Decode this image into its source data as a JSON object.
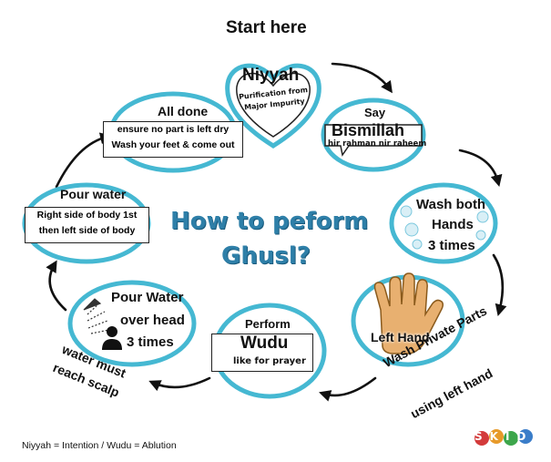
{
  "title": {
    "line1": "How to peform",
    "line2": "Ghusl?"
  },
  "start_label": "Start here",
  "steps": {
    "niyyah": {
      "title": "Niyyah",
      "sub1": "Purification from",
      "sub2": "Major Impurity"
    },
    "bismillah": {
      "say": "Say",
      "title": "Bismillah",
      "sub": "hir rahman nir raheem"
    },
    "wash_hands": {
      "line1": "Wash both",
      "line2": "Hands",
      "line3": "3 times"
    },
    "left_hand": {
      "label": "Left Hand",
      "caption1": "Wash Private Parts",
      "caption2": "using left hand"
    },
    "wudu": {
      "perform": "Perform",
      "title": "Wudu",
      "sub": "like for prayer"
    },
    "pour_head": {
      "line1": "Pour Water",
      "line2": "over head",
      "line3": "3 times",
      "caption1": "water must",
      "caption2": "reach scalp"
    },
    "pour_body": {
      "title": "Pour water",
      "line1": "Right side of body 1st",
      "line2": "then left side of body"
    },
    "all_done": {
      "title": "All done",
      "line1": "ensure no part is left dry",
      "line2": "Wash your feet & come out"
    }
  },
  "footnote": "Niyyah = Intention / Wudu = Ablution",
  "logo_text": "SKID",
  "colors": {
    "ring": "#45b8d2",
    "title": "#2e7fa8",
    "arrow": "#111111"
  },
  "icons": [
    "heart-icon",
    "speech-bubble-icon",
    "water-drops-icon",
    "hand-icon",
    "shower-icon",
    "person-icon"
  ]
}
